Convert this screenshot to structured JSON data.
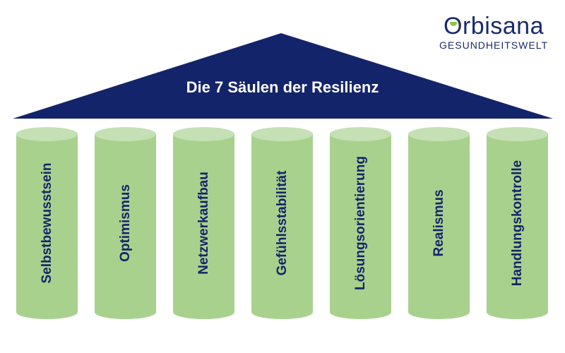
{
  "logo": {
    "name": "Orbisana",
    "subtitle": "GESUNDHEITSWELT"
  },
  "roof": {
    "title": "Die 7 Säulen der Resilienz"
  },
  "colors": {
    "navy": "#14246a",
    "pillar_fill": "#a9d18e",
    "pillar_top": "#c5e0b4"
  },
  "pillars": [
    {
      "label": "Selbstbewusstsein"
    },
    {
      "label": "Optimismus"
    },
    {
      "label": "Netzwerkaufbau"
    },
    {
      "label": "Gefühlsstabilität"
    },
    {
      "label": "Lösungsorientierung"
    },
    {
      "label": "Realismus"
    },
    {
      "label": "Handlungskontrolle"
    }
  ]
}
